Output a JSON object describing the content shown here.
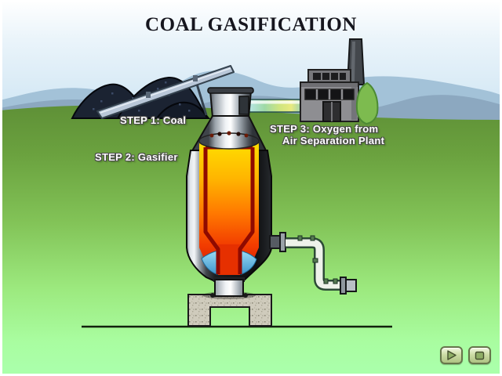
{
  "title": "COAL GASIFICATION",
  "steps": [
    {
      "label": "STEP 1: Coal"
    },
    {
      "label": "STEP 2: Gasifier"
    },
    {
      "label_line1": "STEP 3: Oxygen from",
      "label_line2": "Air Separation Plant"
    }
  ],
  "controls": {
    "play_icon": "play-triangle",
    "stop_icon": "stop-square"
  },
  "scene_elements": [
    "sky",
    "mountains",
    "grass-field",
    "coal-pile",
    "conveyor-belt",
    "air-separation-plant",
    "smokestack",
    "tree",
    "oxygen-pipe",
    "gasifier-vessel",
    "gasifier-fire-interior",
    "slag-quench-pool",
    "syngas-outlet-pipe",
    "concrete-pedestal",
    "ground-line"
  ],
  "colors": {
    "sky_top": "#ffffff",
    "sky_bottom": "#c9e2f2",
    "mountain_far": "#a3c2d8",
    "mountain_near": "#8ca8c0",
    "grass_top": "#5e8f36",
    "grass_bottom": "#aaffaa",
    "coal": "#1b2332",
    "fire_top": "#ffe400",
    "fire_bottom": "#cf1400",
    "inner_lining": "#8f0a00",
    "quench_blue": "#3890c8",
    "oxygen_pipe_cyan": "#bce8ee",
    "label_text": "#ffffff",
    "label_outline": "#4a4a4a",
    "title_text": "#16161e",
    "button_face": "#cdddA6",
    "button_border": "#66754a",
    "button_glyph": "#8fae66"
  }
}
